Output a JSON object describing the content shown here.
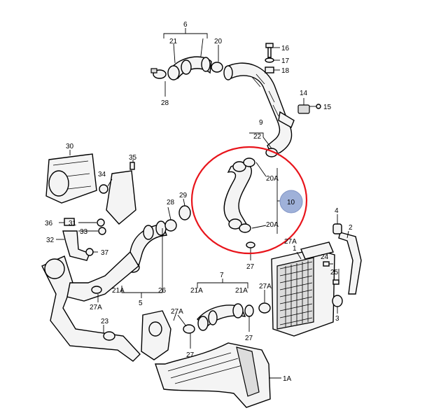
{
  "labels": {
    "l1": "1",
    "l1A": "1A",
    "l2": "2",
    "l3": "3",
    "l4": "4",
    "l5": "5",
    "l6": "6",
    "l7": "7",
    "l9": "9",
    "l10": "10",
    "l14": "14",
    "l15": "15",
    "l16": "16",
    "l17": "17",
    "l18": "18",
    "l20a": "20",
    "l20Aa": "20A",
    "l20Ab": "20A",
    "l21a": "21",
    "l21Aa": "21A",
    "l21Ab": "21A",
    "l21Ac": "21A",
    "l22": "22",
    "l23": "23",
    "l24": "24",
    "l25": "25",
    "l26": "26",
    "l27a": "27",
    "l27b": "27",
    "l27c": "27",
    "l27Aa": "27A",
    "l27Ab": "27A",
    "l27Ac": "27A",
    "l27Ad": "27A",
    "l28a": "28",
    "l28b": "28",
    "l29": "29",
    "l30": "30",
    "l31": "31",
    "l32": "32",
    "l33": "33",
    "l34": "34",
    "l35": "35",
    "l36": "36",
    "l37": "37"
  },
  "colors": {
    "highlight_ring": "#e8141b",
    "callout_marker": "#9fb1d9"
  }
}
